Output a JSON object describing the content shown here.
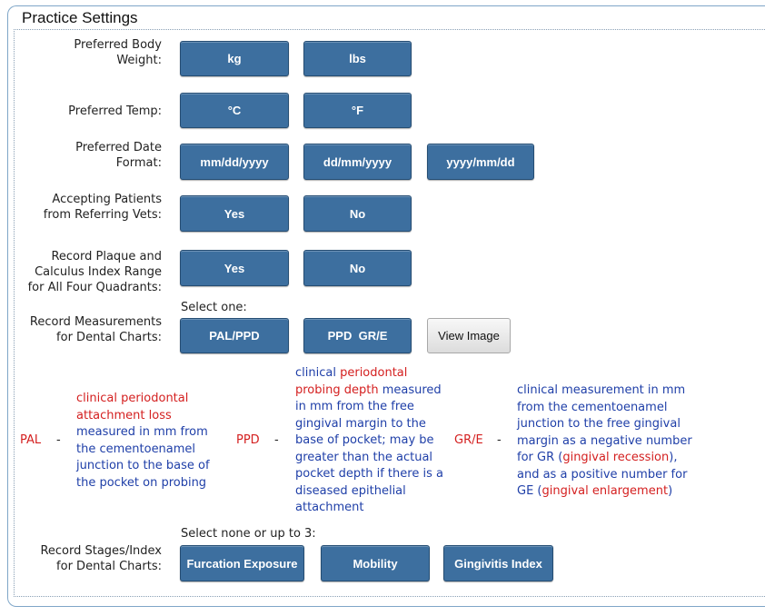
{
  "title": "Practice Settings",
  "body_weight": {
    "label_line1": "Preferred Body",
    "label_line2": "Weight:",
    "options": [
      "kg",
      "lbs"
    ]
  },
  "temp": {
    "label": "Preferred Temp:",
    "options": [
      "°C",
      "°F"
    ]
  },
  "date_format": {
    "label_line1": "Preferred Date",
    "label_line2": "Format:",
    "options": [
      "mm/dd/yyyy",
      "dd/mm/yyyy",
      "yyyy/mm/dd"
    ]
  },
  "referring": {
    "label_line1": "Accepting Patients",
    "label_line2": "from Referring Vets:",
    "options": [
      "Yes",
      "No"
    ]
  },
  "plaque": {
    "label_line1": "Record Plaque and",
    "label_line2": "Calculus Index Range",
    "label_line3": "for All Four Quadrants:",
    "options": [
      "Yes",
      "No"
    ]
  },
  "measurements": {
    "hint": "Select one:",
    "label_line1": "Record Measurements",
    "label_line2": "for Dental Charts:",
    "options": [
      "PAL/PPD",
      "PPD  GR/E"
    ],
    "view_image": "View Image"
  },
  "definitions": {
    "pal": {
      "abbr": "PAL",
      "dash": "-",
      "lines": [
        "attachment loss",
        "measured in mm from",
        "the cementoenamel",
        "junction to the base of",
        "the pocket on probing"
      ],
      "lead": "clinical periodontal"
    },
    "ppd": {
      "abbr": "PPD",
      "dash": "-",
      "lead_blue": "clinical ",
      "lead_red": "periodontal",
      "red_line2": "probing depth",
      "line2_rest": " measured",
      "lines": [
        "in mm from the free",
        "gingival margin to the",
        "base of pocket; may be",
        "greater than the actual",
        "pocket depth if there is a",
        "diseased epithelial",
        "attachment"
      ]
    },
    "gre": {
      "abbr": "GR/E",
      "dash": "-",
      "lines": [
        "clinical measurement in mm",
        "from the cementoenamel",
        "junction to the free gingival",
        "margin as a negative number"
      ],
      "gr_prefix": "for GR (",
      "gr_red": "gingival recession",
      "gr_suffix": "),",
      "ge_line": "and as a positive number for",
      "ge_prefix": "GE (",
      "ge_red": "gingival enlargement",
      "ge_suffix": ")"
    }
  },
  "stages": {
    "hint": "Select none or up to 3:",
    "label_line1": "Record Stages/Index",
    "label_line2": "for Dental Charts:",
    "options": [
      "Furcation Exposure",
      "Mobility",
      "Gingivitis Index"
    ]
  },
  "colors": {
    "button": "#3d6f9f",
    "definition_text": "#1f3fa8",
    "highlight": "#d42020"
  }
}
